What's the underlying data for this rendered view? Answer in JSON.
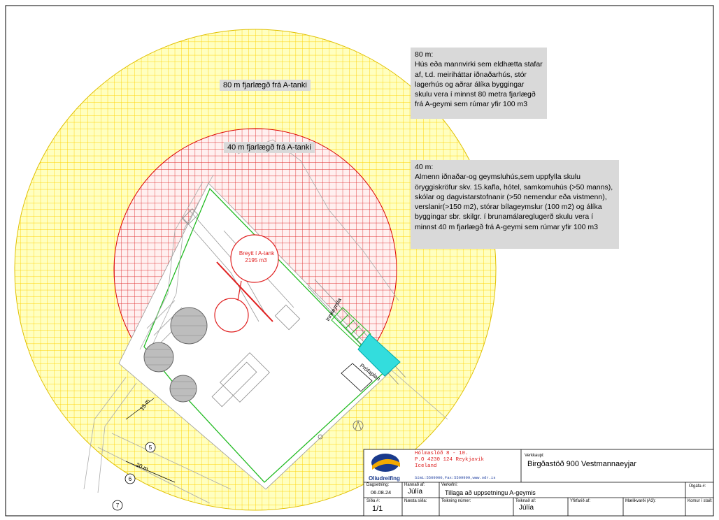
{
  "zones": {
    "outer": {
      "label": "80 m fjarlægð frá A-tanki",
      "color": "#ffff00"
    },
    "inner": {
      "label": "40 m fjarlægð frá A-tanki",
      "color": "#ff0000"
    }
  },
  "notes": {
    "n80": {
      "title": "80 m:",
      "body": "Hús eða mannvirki sem eldhætta stafar af, t.d. meiriháttar iðnaðarhús, stór lagerhús og aðrar álíka byggingar skulu vera í minnst 80 metra fjarlægð frá A-geymi sem rúmar yfir 100 m3"
    },
    "n40": {
      "title": "40 m:",
      "body": "Almenn iðnaðar-og geymsluhús,sem uppfylla skulu öryggiskröfur skv. 15.kafla, hótel, samkomuhús (>50 manns), skólar og dagvistarstofnanir (>50 nemendur eða vistmenn), verslanir(>150 m2),  stórar bílageymslur (100 m2) og álíka byggingar sbr. skilgr. í brunamálareglugerð skulu vera í minnst 40 m fjarlægð frá A-geymi sem rúmar yfir 100 m3"
    }
  },
  "site": {
    "tank_label_1": "Breytt í A-tank",
    "tank_label_2": "2195 m3",
    "innkeyrsla": "Innkeyrsla",
    "proflaplan": "Prófaplan",
    "dim_13": "13 m",
    "dim_20": "20 m",
    "markers": [
      "5",
      "6",
      "7"
    ]
  },
  "title_block": {
    "company_address": "Hólmaslóð 8 - 10.\nP.O 4230 124 Reykjavík\nIceland",
    "company_phone": "Sími:5509900,Fax:5509999,www.odr.is",
    "logo_text": "Olíudreifing",
    "verkkaupi_label": "Verkkaupi:",
    "verkkaupi_value": "Birgðastöð 900 Vestmannaeyjar",
    "dagsetning_label": "Dagsetning:",
    "dagsetning_value": "06.08.24",
    "hannad_label": "Hannað af:",
    "hannad_value": "Júlía",
    "verkefni_label": "Verkefni:",
    "verkefni_value": "Tillaga að uppsetningu A-geymis",
    "utgafa_label": "Útgáfa #:",
    "sida_label": "Síða #:",
    "sida_value": "1/1",
    "naesta_label": "Næsta síða:",
    "teikning_label": "Teikning númer:",
    "teiknad_label": "Teiknað af:",
    "teiknad_value": "Júlía",
    "yfirfarid_label": "Yfirfarið af:",
    "maelikvardi_label": "Mælikvarði (A3):",
    "komur_label": "Komur í stað:"
  }
}
